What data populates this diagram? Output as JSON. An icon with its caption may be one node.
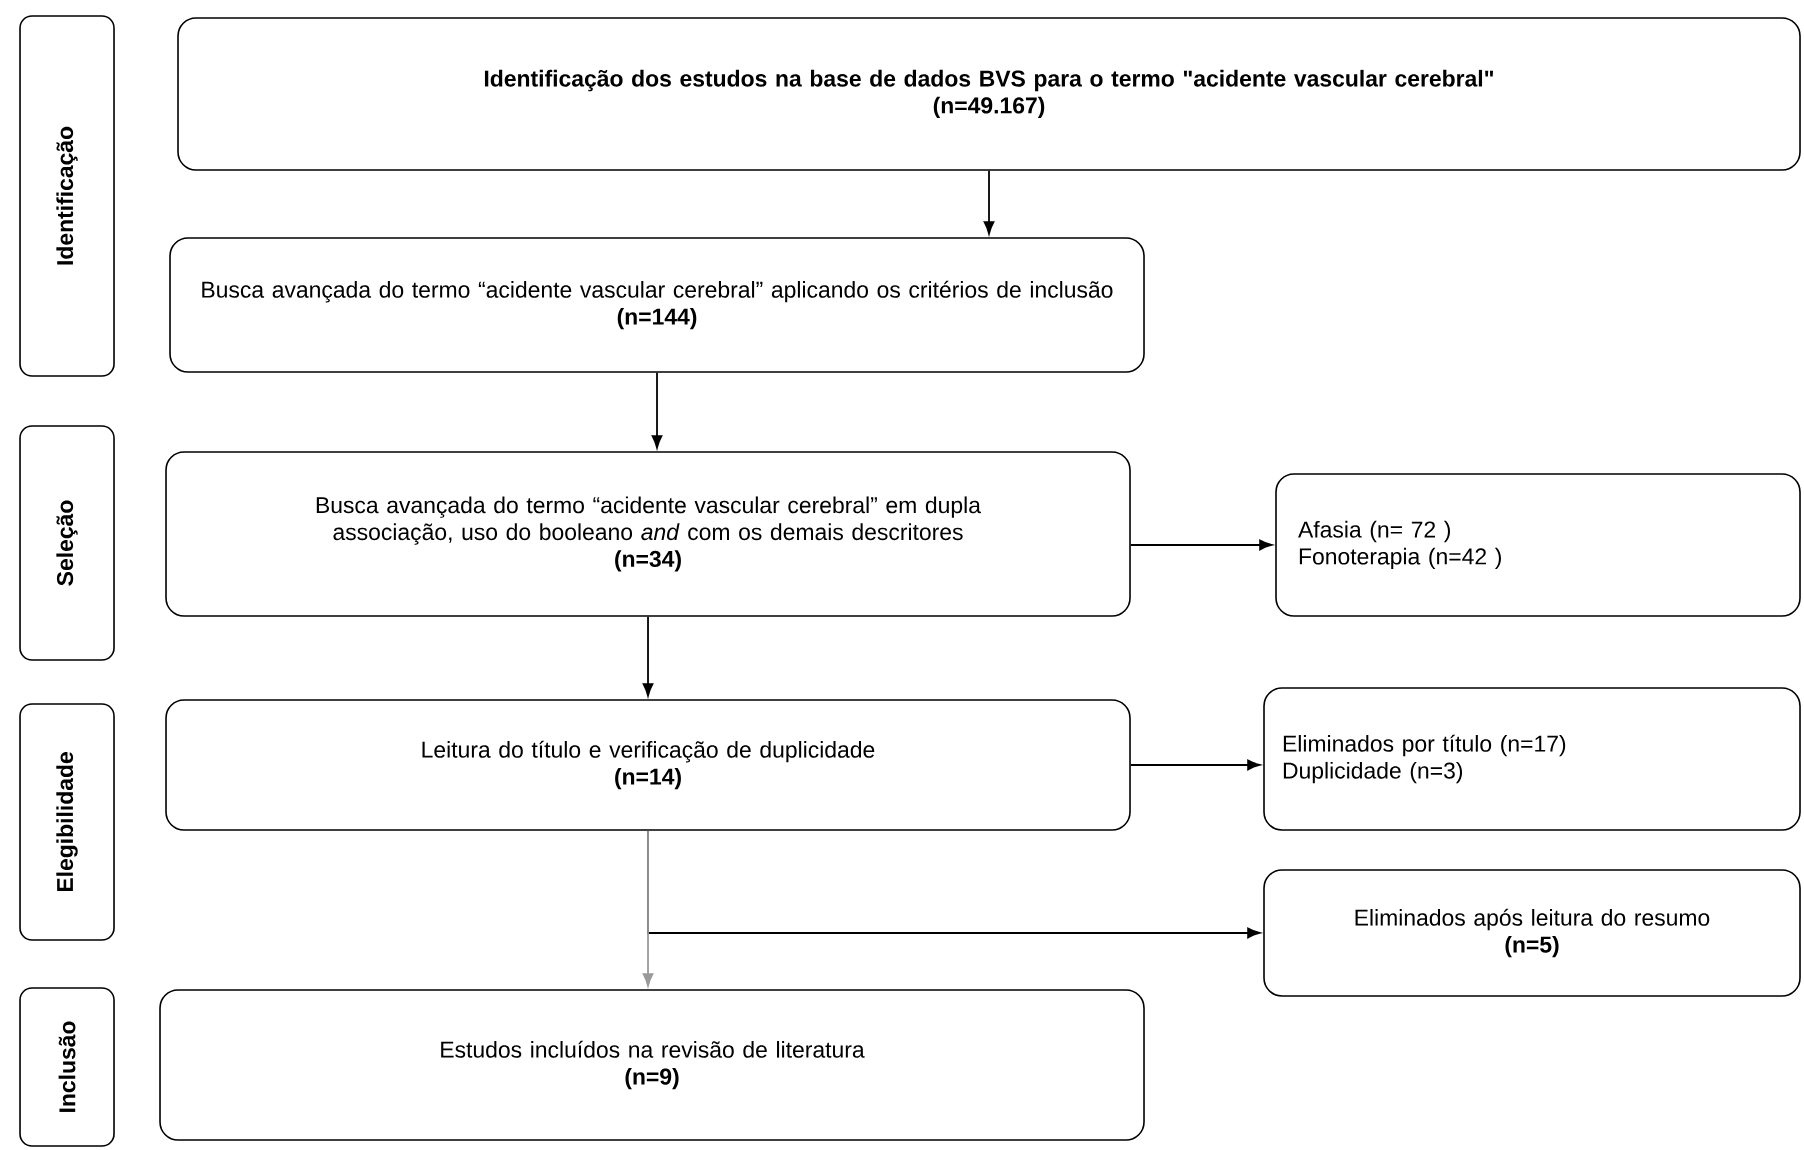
{
  "diagram": {
    "nodes": [
      {
        "text": [
          "Identificação"
        ]
      },
      {
        "text": [
          "Identificação dos estudos na base de dados BVS para o termo \"acidente vascular cerebral\"",
          "(n=49.167)"
        ]
      },
      {
        "text": [
          "Busca avançada do termo “acidente vascular cerebral” aplicando os critérios de inclusão",
          "(n=144)"
        ]
      },
      {
        "text": [
          "Seleção"
        ]
      },
      {
        "text": [
          "Busca avançada do termo “acidente vascular cerebral” em dupla associação, uso do booleano *and* com os demais descritores",
          "(n=34)"
        ]
      },
      {
        "text": [
          "Afasia (n= 72 )",
          "Fonoterapia (n=42 )"
        ]
      },
      {
        "text": [
          "Elegibilidade"
        ]
      },
      {
        "text": [
          "Leitura do título e verificação de duplicidade",
          "(n=14)"
        ]
      },
      {
        "text": [
          "Eliminados por título (n=17)",
          "Duplicidade (n=3)"
        ]
      },
      {
        "text": [
          "Eliminados após leitura do resumo",
          "(n=5)"
        ]
      },
      {
        "text": [
          "Inclusão"
        ]
      },
      {
        "text": [
          "Estudos incluídos na revisão de literatura",
          "(n=9)"
        ]
      }
    ],
    "edges": [
      {
        "from": 1,
        "to": 2,
        "arrow": "to"
      },
      {
        "from": 2,
        "to": 4,
        "arrow": "to"
      },
      {
        "from": 4,
        "to": 5,
        "arrow": "to"
      },
      {
        "from": 4,
        "to": 7,
        "arrow": "to"
      },
      {
        "from": 7,
        "to": 8,
        "arrow": "to"
      },
      {
        "from": 7,
        "to": 9,
        "arrow": "to"
      },
      {
        "from": 7,
        "to": 11,
        "arrow": "to",
        "color": "#9a9a9a"
      }
    ]
  }
}
